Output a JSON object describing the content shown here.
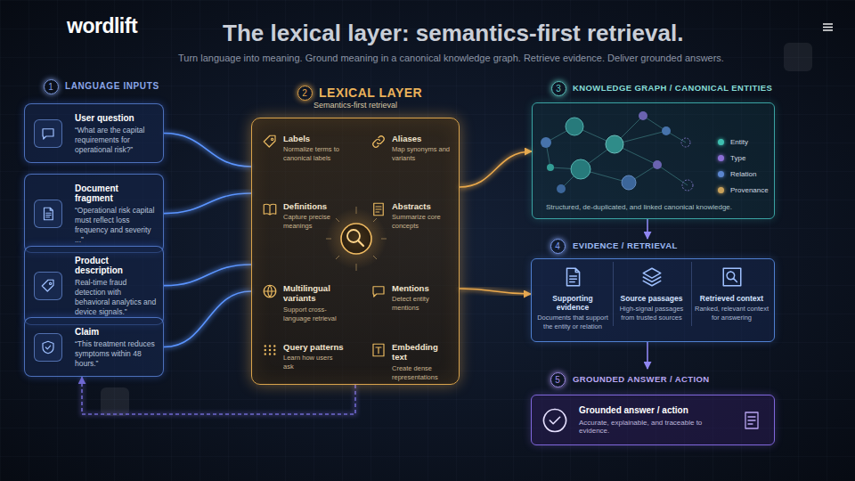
{
  "diagram": {
    "title": "The lexical layer: semantics-first retrieval.",
    "caption": "Turn language into meaning. Ground meaning in a canonical knowledge graph. Retrieve evidence. Deliver grounded answers.",
    "nodes": [
      {
        "text": [
          "User question",
          "“What are the capital requirements for operational risk?”"
        ]
      },
      {
        "text": [
          "Document fragment",
          "“Operational risk capital must reflect loss frequency and severity ...”"
        ]
      },
      {
        "text": [
          "Product description",
          "Real-time fraud detection with behavioral analytics and device signals.”"
        ]
      },
      {
        "text": [
          "Claim",
          "“This treatment reduces symptoms within 48 hours.”"
        ]
      },
      {
        "text": [
          "LEXICAL LAYER",
          "Semantics-first retrieval"
        ]
      },
      {
        "text": [
          "Labels",
          "Normalize terms to canonical labels"
        ],
        "in": 4
      },
      {
        "text": [
          "Aliases",
          "Map synonyms and variants"
        ],
        "in": 4
      },
      {
        "text": [
          "Definitions",
          "Capture precise meanings"
        ],
        "in": 4
      },
      {
        "text": [
          "Abstracts",
          "Summarize core concepts"
        ],
        "in": 4
      },
      {
        "text": [
          "Multilingual variants",
          "Support cross-language retrieval"
        ],
        "in": 4
      },
      {
        "text": [
          "Mentions",
          "Detect entity mentions"
        ],
        "in": 4
      },
      {
        "text": [
          "Query patterns",
          "Learn how users ask"
        ],
        "in": 4
      },
      {
        "text": [
          "Embedding text",
          "Create dense representations"
        ],
        "in": 4
      },
      {
        "text": [
          "KNOWLEDGE GRAPH / CANONICAL ENTITIES",
          "Structured, de-duplicated, and linked canonical knowledge."
        ]
      },
      {
        "text": [
          "EVIDENCE / RETRIEVAL"
        ]
      },
      {
        "text": [
          "Supporting evidence",
          "Documents that support the entity or relation"
        ],
        "in": 14
      },
      {
        "text": [
          "Source passages",
          "High-signal passages from trusted sources"
        ],
        "in": 14
      },
      {
        "text": [
          "Retrieved context",
          "Ranked, relevant context for answering"
        ],
        "in": 14
      },
      {
        "text": [
          "GROUNDED ANSWER / ACTION",
          "Grounded answer / action",
          "Accurate, explainable, and traceable to evidence."
        ]
      }
    ],
    "edges": [
      {
        "from": 0,
        "to": 4,
        "arrow": "none"
      },
      {
        "from": 1,
        "to": 4,
        "arrow": "none"
      },
      {
        "from": 2,
        "to": 4,
        "arrow": "none"
      },
      {
        "from": 3,
        "to": 4,
        "arrow": "none"
      },
      {
        "from": 4,
        "to": 13,
        "arrow": "to"
      },
      {
        "from": 4,
        "to": 14,
        "arrow": "to"
      },
      {
        "from": 13,
        "to": 14,
        "arrow": "to"
      },
      {
        "from": 14,
        "to": 18,
        "arrow": "to"
      },
      {
        "from": 4,
        "to": 3,
        "arrow": "to"
      }
    ],
    "labels": [
      "wordlift",
      "1",
      "LANGUAGE INPUTS",
      "2",
      "3",
      "4",
      "5"
    ],
    "legend": [
      {
        "text": "Entity",
        "color": "#3fbfb0"
      },
      {
        "text": "Type",
        "color": "#8b6fd6"
      },
      {
        "text": "Relation",
        "color": "#5b86cf"
      },
      {
        "text": "Provenance",
        "color": "#c9a25a"
      }
    ]
  }
}
